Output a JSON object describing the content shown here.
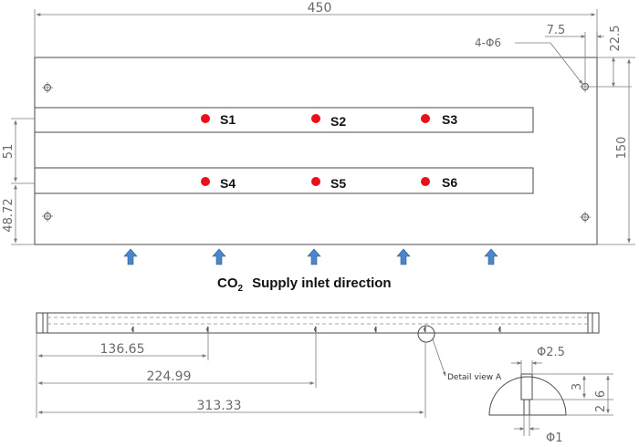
{
  "top_view": {
    "overall_width": "450",
    "overall_height": "150",
    "hole_callout": "4-Φ6",
    "hole_offset_x": "7.5",
    "hole_offset_y": "22.5",
    "channel_pitch": "51",
    "channel_offset": "48.72",
    "sensors": [
      "S1",
      "S2",
      "S3",
      "S4",
      "S5",
      "S6"
    ],
    "sensor_color": "#e8101a",
    "arrow_color": "#4a86c8"
  },
  "inlet_label": {
    "prefix": "CO",
    "subscript": "2",
    "rest": "Supply inlet direction"
  },
  "side_view": {
    "dims": [
      "136.65",
      "224.99",
      "313.33"
    ],
    "detail_label": "Detail view A",
    "detail_dims": {
      "top_dia": "Φ2.5",
      "depth1": "3",
      "depth2": "6",
      "depth3": "2",
      "bottom_dia": "Φ1"
    }
  }
}
